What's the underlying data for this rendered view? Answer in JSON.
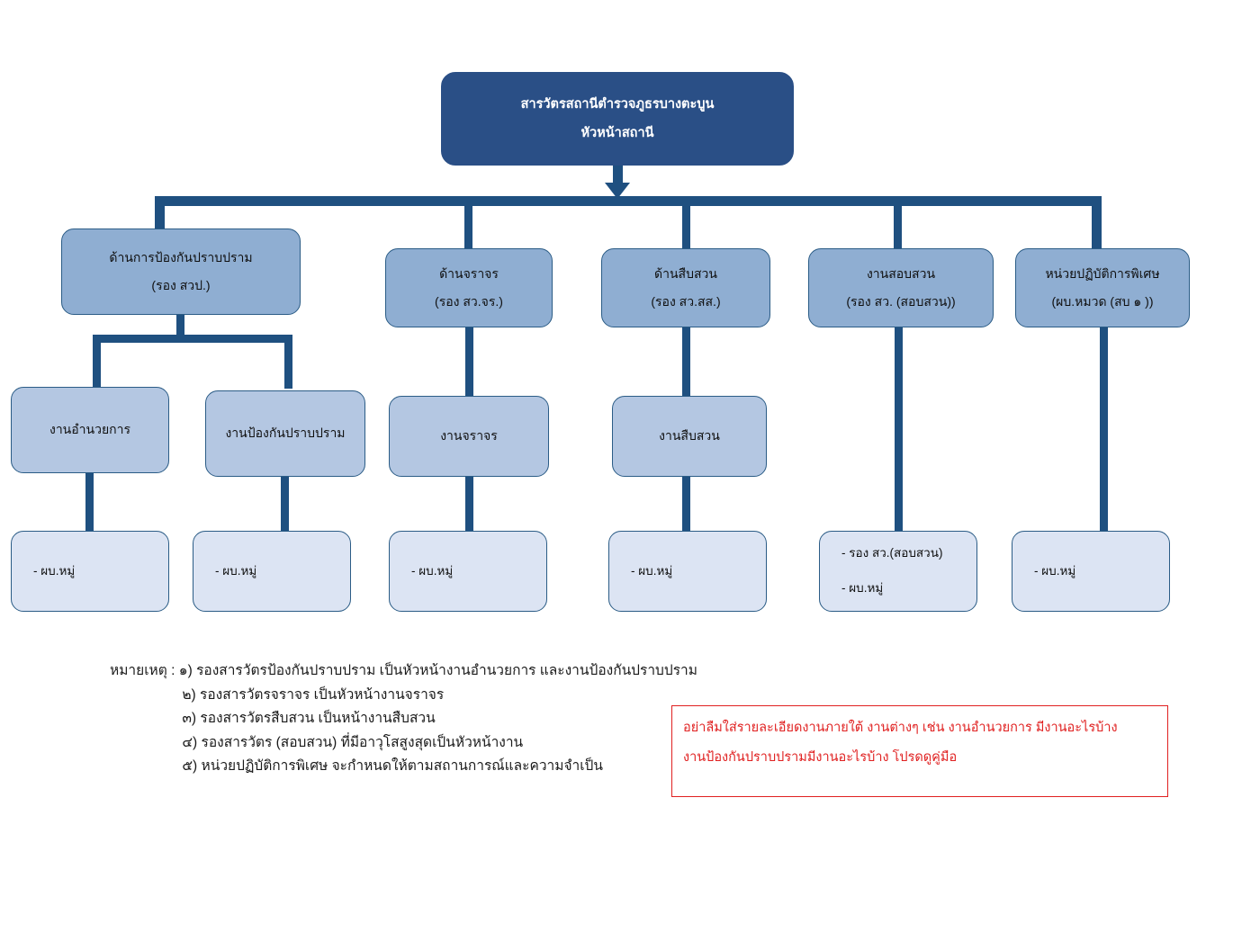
{
  "diagram": {
    "type": "org-chart",
    "title_text": "สารวัตรสถานีตำรวจภูธรบางตะบูน",
    "colors": {
      "root_fill": "#2A4F86",
      "level2_fill": "#8FAED2",
      "level3_fill": "#B4C7E2",
      "level4_fill": "#DCE4F3",
      "connector": "#1F5080",
      "border": "#2B5C86",
      "note_red": "#E02020"
    },
    "root": {
      "line1": "สารวัตรสถานีตำรวจภูธรบางตะบูน",
      "line2": "หัวหน้าสถานี"
    },
    "level2": [
      {
        "line1": "ด้านการป้องกันปราบปราม",
        "line2": "(รอง สวป.)"
      },
      {
        "line1": "ด้านจราจร",
        "line2": "(รอง สว.จร.)"
      },
      {
        "line1": "ด้านสืบสวน",
        "line2": "(รอง สว.สส.)"
      },
      {
        "line1": "งานสอบสวน",
        "line2": "(รอง สว. (สอบสวน))"
      },
      {
        "line1": "หน่วยปฏิบัติการพิเศษ",
        "line2": "(ผบ.หมวด (สบ ๑ ))"
      }
    ],
    "level3": [
      {
        "line1": "งานอำนวยการ"
      },
      {
        "line1": "งานป้องกันปราบปราม"
      },
      {
        "line1": "งานจราจร"
      },
      {
        "line1": "งานสืบสวน"
      }
    ],
    "level4": [
      {
        "line1": "- ผบ.หมู่"
      },
      {
        "line1": "- ผบ.หมู่"
      },
      {
        "line1": "- ผบ.หมู่"
      },
      {
        "line1": "- ผบ.หมู่"
      },
      {
        "line1": "- รอง สว.(สอบสวน)",
        "line2": "- ผบ.หมู่"
      },
      {
        "line1": "- ผบ.หมู่"
      }
    ]
  },
  "footnotes": {
    "heading": "หมายเหตุ :",
    "items": [
      {
        "num": "๑)",
        "text": "รองสารวัตรป้องกันปราบปราม เป็นหัวหน้างานอำนวยการ และงานป้องกันปราบปราม"
      },
      {
        "num": "๒)",
        "text": "รองสารวัตรจราจร เป็นหัวหน้างานจราจร"
      },
      {
        "num": "๓)",
        "text": "รองสารวัตรสืบสวน เป็นหน้างานสืบสวน"
      },
      {
        "num": "๔)",
        "text": "รองสารวัตร (สอบสวน) ที่มีอาวุโสสูงสุดเป็นหัวหน้างาน"
      },
      {
        "num": "๕)",
        "text": "หน่วยปฏิบัติการพิเศษ จะกำหนดให้ตามสถานการณ์และความจำเป็น"
      }
    ]
  },
  "red_note": {
    "line1": "อย่าลืมใส่รายละเอียดงานภายใต้ งานต่างๆ เช่น งานอำนวยการ มีงานอะไรบ้าง",
    "line2": "งานป้องกันปราบปรามมีงานอะไรบ้าง โปรดดูคู่มือ"
  }
}
